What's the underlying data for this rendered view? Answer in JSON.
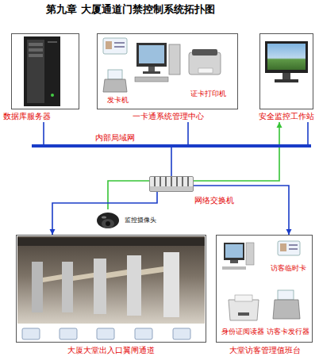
{
  "diagram": {
    "title": "第九章 大厦通道门禁控制系统拓扑图",
    "nodes": [
      {
        "text": [
          "数据库服务器"
        ]
      },
      {
        "text": [
          "一卡通系统管理中心"
        ]
      },
      {
        "text": [
          "发卡机"
        ],
        "in": 1
      },
      {
        "text": [
          "证卡打印机"
        ],
        "in": 1
      },
      {
        "text": [
          "安全监控工作站"
        ]
      },
      {
        "text": [
          "内部局域网"
        ]
      },
      {
        "text": [
          "网络交换机"
        ]
      },
      {
        "text": [
          "监控摄像头"
        ]
      },
      {
        "text": [
          "大厦大堂出入口翼闸通道"
        ]
      },
      {
        "text": [
          "大堂访客管理值班台"
        ]
      },
      {
        "text": [
          "访客临时卡"
        ],
        "in": 9
      },
      {
        "text": [
          "身份证阅读器"
        ],
        "in": 9
      },
      {
        "text": [
          "访客卡发行器"
        ],
        "in": 9
      }
    ],
    "edges": [
      {
        "from": 0,
        "to": 5,
        "arrow": "none"
      },
      {
        "from": 1,
        "to": 5,
        "arrow": "none"
      },
      {
        "from": 4,
        "to": 5,
        "arrow": "none"
      },
      {
        "from": 5,
        "to": 6,
        "arrow": "none"
      },
      {
        "from": 6,
        "to": 8,
        "arrow": "to"
      },
      {
        "from": 6,
        "to": 9,
        "arrow": "to"
      },
      {
        "from": 7,
        "to": 4,
        "arrow": "to"
      }
    ]
  }
}
